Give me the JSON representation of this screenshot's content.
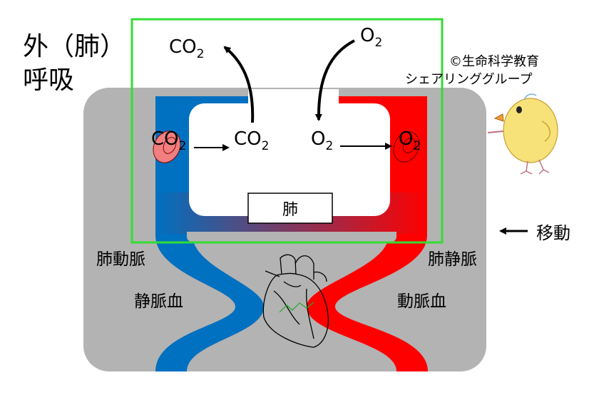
{
  "title": {
    "line1": "外（肺）",
    "line2": "呼吸"
  },
  "copyright": {
    "line1": "©生命科学教育",
    "line2": "シェアリンググループ"
  },
  "labels": {
    "co2_out_main": "CO",
    "co2_out_sub": "2",
    "o2_in_main": "O",
    "o2_in_sub": "2",
    "co2_rbc_main": "CO",
    "co2_rbc_sub": "2",
    "co2_mid_main": "CO",
    "co2_mid_sub": "2",
    "o2_mid_main": "O",
    "o2_mid_sub": "2",
    "o2_rbc_main": "O",
    "o2_rbc_sub": "2",
    "lung": "肺",
    "movement": "移動",
    "pulmonary_artery": "肺動脈",
    "pulmonary_vein": "肺静脈",
    "venous_blood": "静脈血",
    "arterial_blood": "動脈血"
  },
  "colors": {
    "venous": "#0070c0",
    "arterial": "#ff0000",
    "body_gray": "#b3b3b3",
    "highlight": "#33dd33",
    "rbc": "#f08080"
  },
  "icons": [
    "heart-icon",
    "chick-icon",
    "red-blood-cell-icon"
  ]
}
